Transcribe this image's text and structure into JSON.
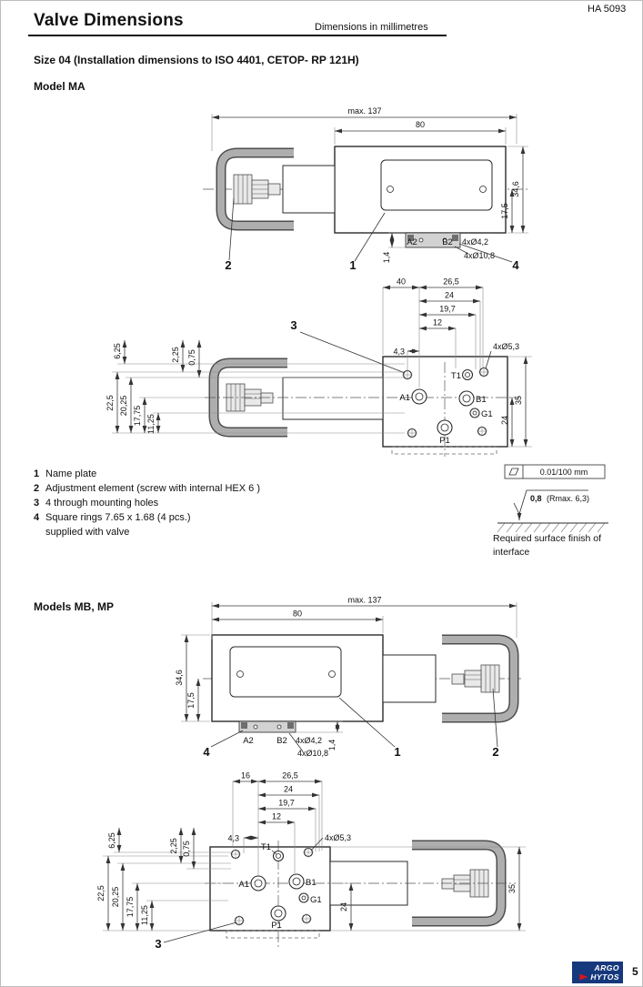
{
  "header": {
    "doc_number": "HA 5093",
    "title": "Valve Dimensions",
    "subtitle": "Dimensions in millimetres"
  },
  "size_heading": "Size 04 (Installation dimensions to ISO 4401, CETOP- RP 121H)",
  "model_ma": {
    "heading": "Model MA",
    "side": {
      "max_length": "max. 137",
      "width_80": "80",
      "height_34_6": "34,6",
      "height_17_5": "17,5",
      "dim_1_4": "1,4",
      "port_a2": "A2",
      "port_b2": "B2",
      "holes_4_2": "4xØ4,2",
      "holes_10_8": "4xØ10,8",
      "callout_1": "1",
      "callout_2": "2",
      "callout_4": "4"
    },
    "bottom": {
      "dim_40": "40",
      "dim_26_5": "26,5",
      "dim_24": "24",
      "dim_19_7": "19,7",
      "dim_12": "12",
      "dim_4_3": "4,3",
      "holes_5_3": "4xØ5,3",
      "dim_6_25": "6,25",
      "dim_2_25": "2,25",
      "dim_0_75": "0,75",
      "dim_22_5": "22,5",
      "dim_20_25": "20,25",
      "dim_17_75": "17,75",
      "dim_11_25": "11,25",
      "dim_r24": "24",
      "dim_r35": "35",
      "port_t1": "T1",
      "port_a1": "A1",
      "port_b1": "B1",
      "port_g1": "G1",
      "port_p1": "P1",
      "callout_3": "3"
    }
  },
  "legend": {
    "items": [
      {
        "num": "1",
        "text": "Name plate"
      },
      {
        "num": "2",
        "text": "Adjustment element (screw with internal HEX 6 )"
      },
      {
        "num": "3",
        "text": "4 through mounting holes"
      },
      {
        "num": "4",
        "text": "Square rings 7.65 x 1.68 (4 pcs.)"
      }
    ],
    "item4_line2": "supplied with valve"
  },
  "surface_finish": {
    "flatness": "0.01/100 mm",
    "roughness": "0,8",
    "rmax": "(Rmax. 6,3)",
    "caption_line1": "Required surface finish of",
    "caption_line2": "interface"
  },
  "model_mb": {
    "heading": "Models MB, MP",
    "side": {
      "max_length": "max. 137",
      "width_80": "80",
      "height_34_6": "34,6",
      "height_17_5": "17,5",
      "dim_1_4": "1,4",
      "port_a2": "A2",
      "port_b2": "B2",
      "holes_4_2": "4xØ4,2",
      "holes_10_8": "4xØ10,8",
      "callout_1": "1",
      "callout_2": "2",
      "callout_4": "4"
    },
    "bottom": {
      "dim_16": "16",
      "dim_26_5": "26,5",
      "dim_24": "24",
      "dim_19_7": "19,7",
      "dim_12": "12",
      "dim_4_3": "4,3",
      "holes_5_3": "4xØ5,3",
      "dim_6_25": "6,25",
      "dim_2_25": "2,25",
      "dim_0_75": "0,75",
      "dim_22_5": "22,5",
      "dim_20_25": "20,25",
      "dim_17_75": "17,75",
      "dim_11_25": "11,25",
      "dim_r24": "24",
      "dim_r35": "35",
      "port_t1": "T1",
      "port_a1": "A1",
      "port_b1": "B1",
      "port_g1": "G1",
      "port_p1": "P1",
      "callout_3": "3"
    }
  },
  "footer": {
    "brand_top": "ARGO",
    "brand_bottom": "HYTOS",
    "page_number": "5"
  }
}
